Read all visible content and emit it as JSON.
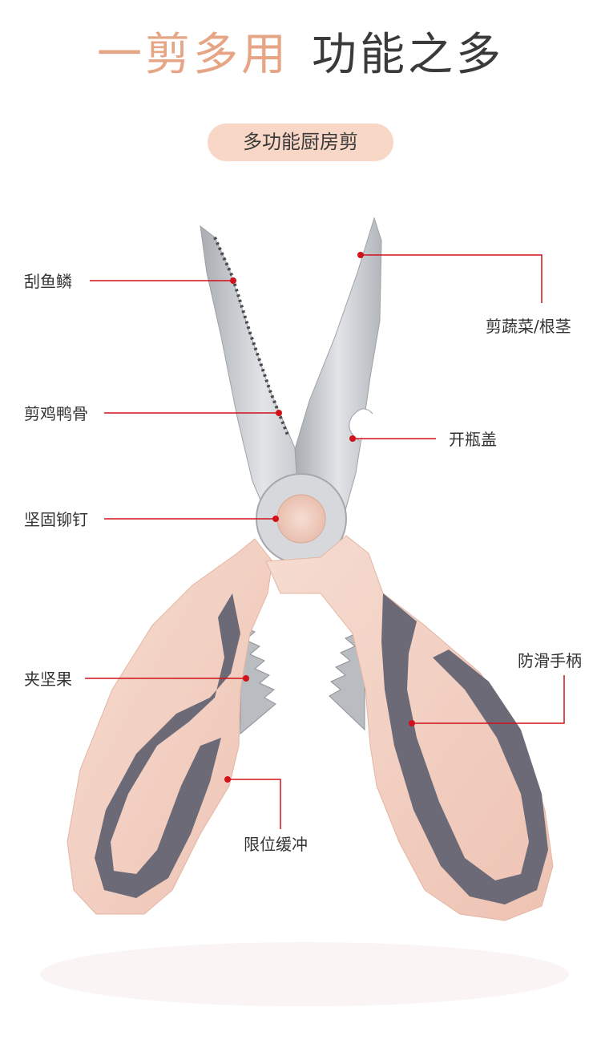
{
  "title": {
    "accent": "一剪多用",
    "dark": "功能之多"
  },
  "badge": "多功能厨房剪",
  "features": {
    "scale_fish": "刮鱼鳞",
    "cut_vegetables": "剪蔬菜/根茎",
    "cut_bones": "剪鸡鸭骨",
    "bottle_opener": "开瓶盖",
    "rivet": "坚固铆钉",
    "nut_cracker": "夹坚果",
    "anti_slip_handle": "防滑手柄",
    "limit_buffer": "限位缓冲"
  },
  "colors": {
    "accent": "#e6a585",
    "badge_bg": "#f9d7c6",
    "leader_line": "#d0121b",
    "handle_pink": "#f2cfc2",
    "handle_gray": "#6d6a78",
    "blade_steel": "#c9ccd0"
  }
}
